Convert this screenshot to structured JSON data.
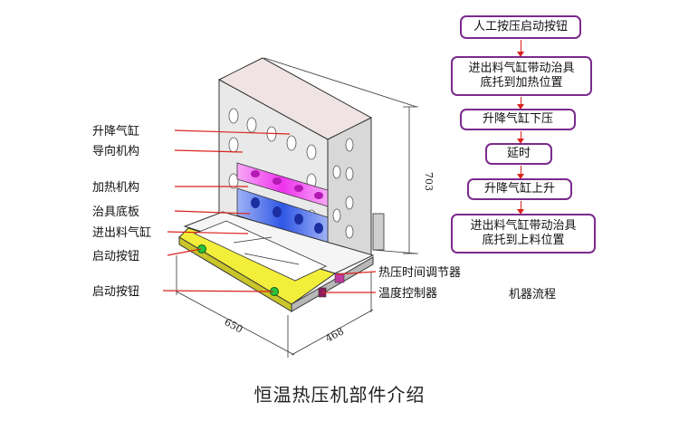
{
  "caption": "恒温热压机部件介绍",
  "flow_title": "机器流程",
  "labels": {
    "cylinder_top": "升降气缸",
    "guide": "导向机构",
    "heating": "加热机构",
    "fixture_plate": "治具底板",
    "feed_cylinder": "进出料气缸",
    "start_button_1": "启动按钮",
    "start_button_2": "启动按钮",
    "timer": "热压时间调节器",
    "temp_controller": "温度控制器"
  },
  "dimensions": {
    "height": "703",
    "width": "650",
    "depth": "468"
  },
  "flow_steps": [
    "人工按压启动按钮",
    "进出料气缸带动治具\n底托到加热位置",
    "升降气缸下压",
    "延时",
    "升降气缸上升",
    "进出料气缸带动治具\n底托到上料位置"
  ],
  "colors": {
    "flow_border": "#7b2a8e",
    "leader_line": "#d9231d",
    "base_yellow": "#f3ee3a",
    "heater_magenta": "#ee33ee",
    "fixture_blue": "#2f57e6",
    "button_green": "#25c33b"
  }
}
